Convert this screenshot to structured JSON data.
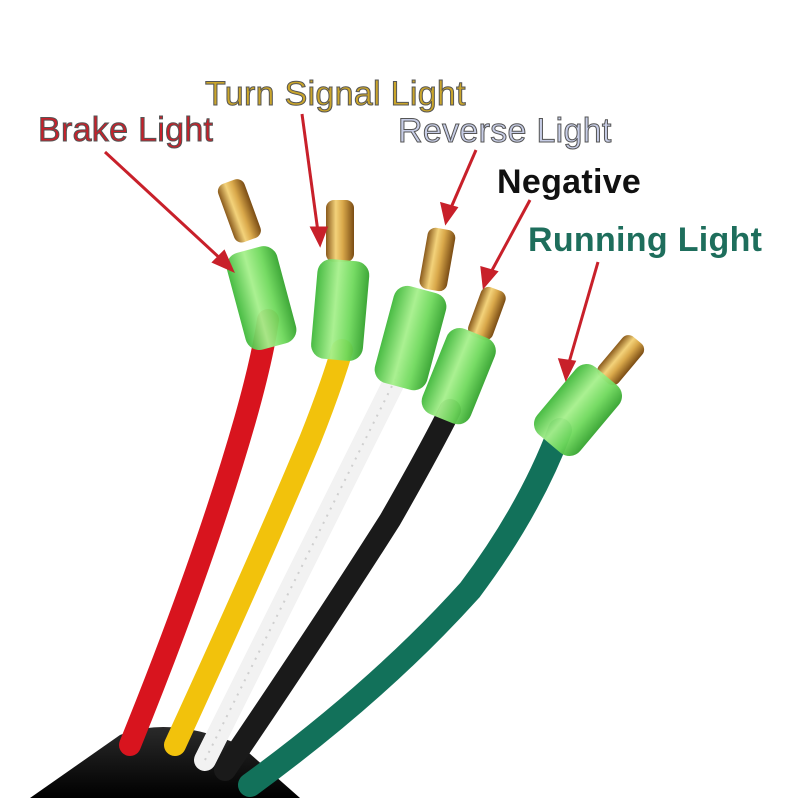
{
  "labels": [
    {
      "id": "brake",
      "text": "Brake Light",
      "color": "#c8202a",
      "wire_color": "#d8141e"
    },
    {
      "id": "turn",
      "text": "Turn Signal Light",
      "color": "#caa52a",
      "wire_color": "#f2c20c"
    },
    {
      "id": "reverse",
      "text": "Reverse Light",
      "color": "#c7cde6",
      "wire_color": "#f2f2f2"
    },
    {
      "id": "negative",
      "text": "Negative",
      "color": "#111111",
      "wire_color": "#1a1a1a"
    },
    {
      "id": "running",
      "text": "Running Light",
      "color": "#1e6e5c",
      "wire_color": "#12715a"
    }
  ],
  "arrow_color": "#c8202a",
  "connector_color": "#7ee06a",
  "terminal_color": "#d9a84a",
  "sheath_color": "#0d0d0d"
}
